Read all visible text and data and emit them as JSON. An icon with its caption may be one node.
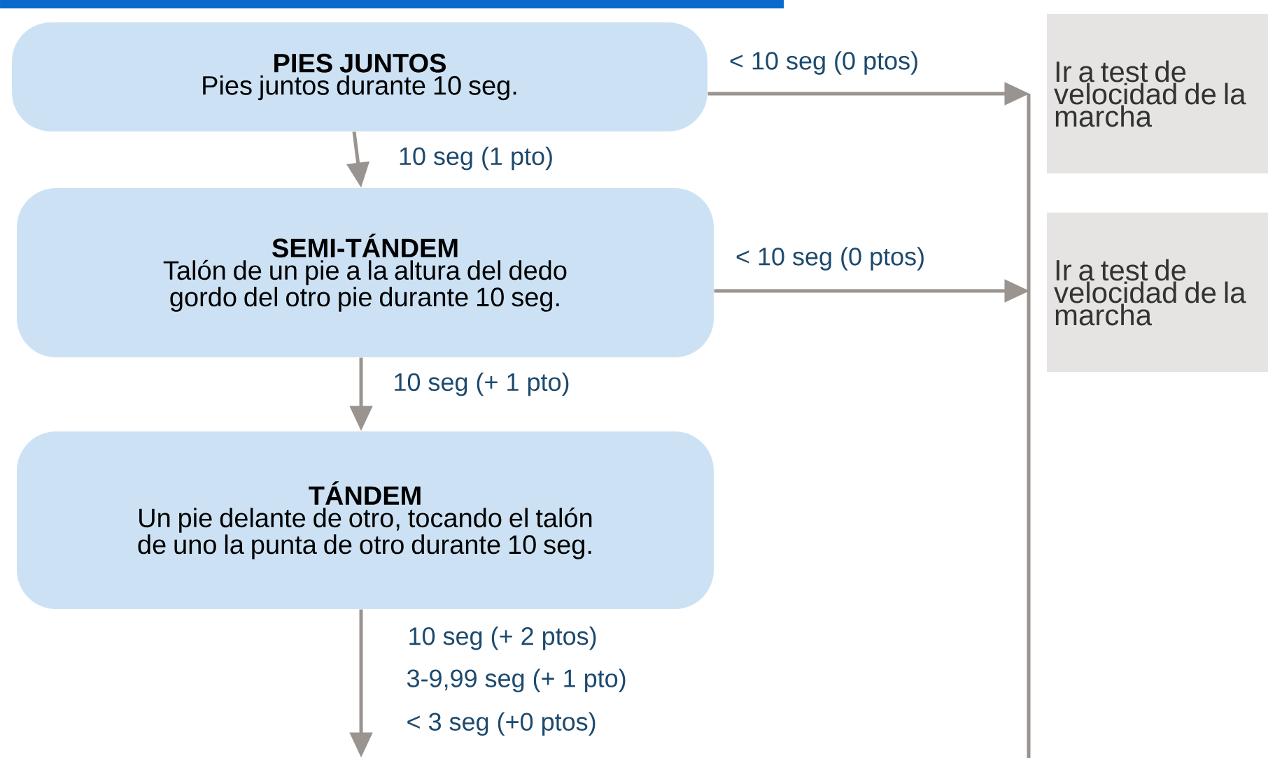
{
  "diagram": {
    "nodes": [
      {
        "text": [
          "PIES JUNTOS",
          "Pies juntos durante 10 seg."
        ]
      },
      {
        "text": [
          "SEMI-TÁNDEM",
          "Talón de un pie a la altura del dedo gordo del otro pie durante 10 seg."
        ]
      },
      {
        "text": [
          "TÁNDEM",
          "Un pie delante de otro, tocando el talón de uno la punta de otro durante 10 seg."
        ]
      },
      {
        "text": [
          "Ir a test de velocidad de la marcha"
        ]
      },
      {
        "text": [
          "Ir a test de velocidad de la marcha"
        ]
      }
    ],
    "edges": [
      {
        "from": 0,
        "to": 1,
        "arrow": "to",
        "label": "10 seg (1 pto)"
      },
      {
        "from": 1,
        "to": 2,
        "arrow": "to",
        "label": "10 seg (+ 1 pto)"
      },
      {
        "from": 2,
        "to": null,
        "arrow": "to",
        "label": "10 seg (+ 2 ptos)"
      },
      {
        "from": 0,
        "to": 3,
        "arrow": "to",
        "label": "< 10 seg (0 ptos)"
      },
      {
        "from": 1,
        "to": 4,
        "arrow": "to",
        "label": "< 10 seg (0 ptos)"
      }
    ],
    "labels": [
      "3-9,99 seg (+ 1 pto)",
      "< 3 seg (+0 ptos)"
    ]
  }
}
